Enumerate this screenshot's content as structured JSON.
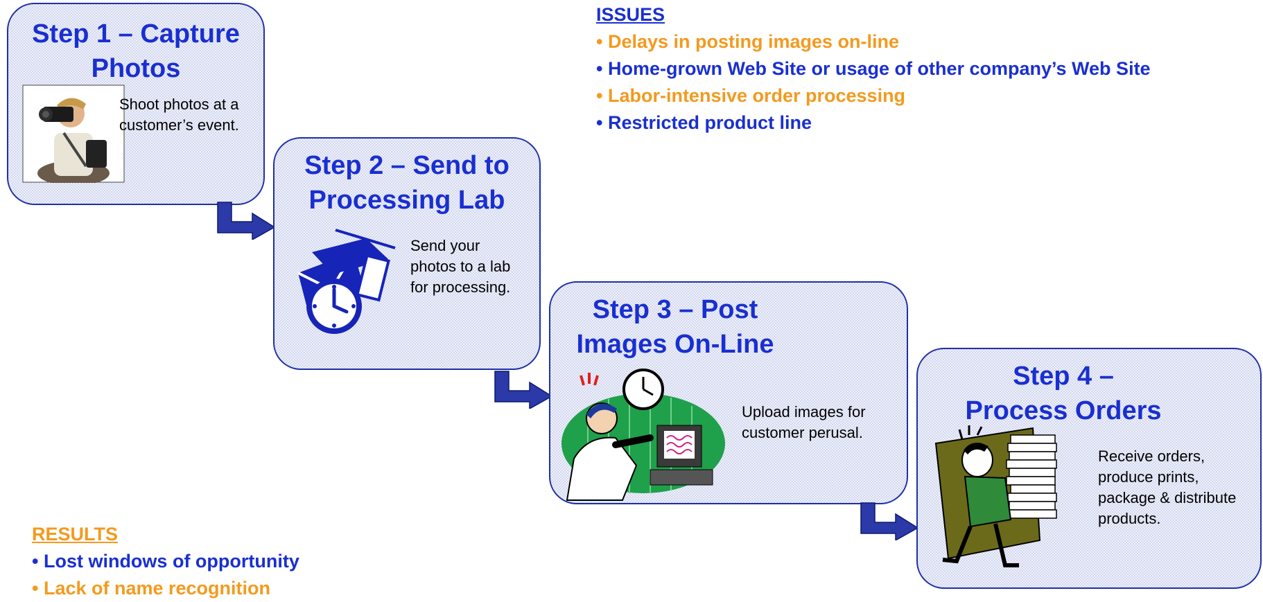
{
  "steps": [
    {
      "title": "Step 1 – Capture Photos",
      "desc": "Shoot photos at a customer’s event."
    },
    {
      "title": "Step 2 – Send to Processing Lab",
      "desc": "Send your photos to a lab for processing."
    },
    {
      "title": "Step 3 – Post Images On-Line",
      "desc": "Upload images for customer perusal."
    },
    {
      "title": "Step 4 – Process Orders",
      "desc": "Receive orders, produce prints, package & distribute products."
    }
  ],
  "issues": {
    "title": "ISSUES",
    "items": [
      "• Delays in posting images on-line",
      "• Home-grown Web Site or usage of other company’s Web Site",
      "• Labor-intensive order processing",
      "• Restricted product line"
    ]
  },
  "results": {
    "title": "RESULTS",
    "items": [
      "• Lost windows of opportunity",
      "• Lack of name recognition"
    ]
  },
  "colors": {
    "accent_blue": "#1a2fd0",
    "accent_orange": "#f39a1e",
    "arrow_blue": "#2b3aa8"
  },
  "icons": [
    "photographer-clipart",
    "envelope-clock-clipart",
    "computer-user-clipart",
    "paper-stack-runner-clipart"
  ]
}
